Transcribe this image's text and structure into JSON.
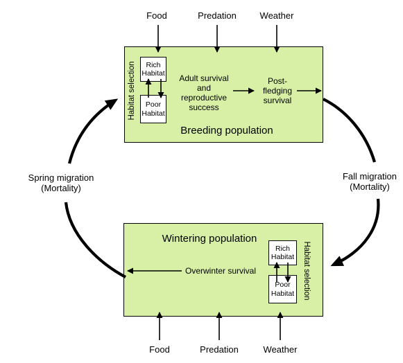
{
  "top_factors": {
    "food": "Food",
    "predation": "Predation",
    "weather": "Weather"
  },
  "breeding": {
    "title": "Breeding population",
    "habitat_selection": "Habitat selection",
    "rich_habitat": [
      "Rich",
      "Habitat"
    ],
    "poor_habitat": [
      "Poor",
      "Habitat"
    ],
    "adult_survival": [
      "Adult survival",
      "and",
      "reproductive",
      "success"
    ],
    "post_fledging_survival": [
      "Post-",
      "fledging",
      "survival"
    ]
  },
  "wintering": {
    "title": "Wintering population",
    "habitat_selection": "Habitat selection",
    "rich_habitat": [
      "Rich",
      "Habitat"
    ],
    "poor_habitat": [
      "Poor",
      "Habitat"
    ],
    "overwinter_survival": "Overwinter survival"
  },
  "bottom_factors": {
    "food": "Food",
    "predation": "Predation",
    "weather": "Weather"
  },
  "spring_migration": [
    "Spring migration",
    "(Mortality)"
  ],
  "fall_migration": [
    "Fall migration",
    "(Mortality)"
  ],
  "colors": {
    "population_box": "#d7f0a6",
    "habitat_box": "#ffffff",
    "ink": "#000000"
  }
}
